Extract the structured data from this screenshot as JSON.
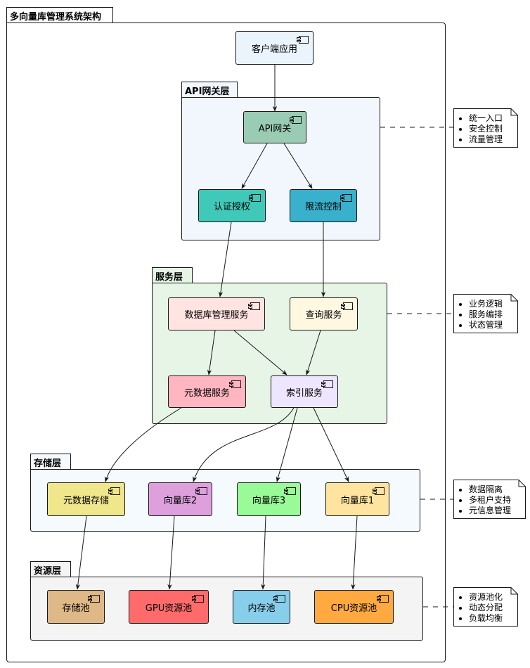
{
  "title": "多向量库管理系统架构",
  "layers": {
    "gateway": "API网关层",
    "service": "服务层",
    "storage": "存储层",
    "resource": "资源层"
  },
  "components": {
    "client": "客户端应用",
    "api_gateway": "API网关",
    "auth": "认证授权",
    "rate_limit": "限流控制",
    "db_mgmt": "数据库管理服务",
    "query": "查询服务",
    "metadata_svc": "元数据服务",
    "index_svc": "索引服务",
    "metadata_store": "元数据存储",
    "vdb2": "向量库2",
    "vdb3": "向量库3",
    "vdb1": "向量库1",
    "storage_pool": "存储池",
    "gpu_pool": "GPU资源池",
    "memory_pool": "内存池",
    "cpu_pool": "CPU资源池"
  },
  "notes": {
    "gateway": [
      "统一入口",
      "安全控制",
      "流量管理"
    ],
    "service": [
      "业务逻辑",
      "服务编排",
      "状态管理"
    ],
    "storage": [
      "数据隔离",
      "多租户支持",
      "元信息管理"
    ],
    "resource": [
      "资源池化",
      "动态分配",
      "负载均衡"
    ]
  },
  "colors": {
    "client": "#EAF4FD",
    "gateway_layer": "#F2F7FD",
    "api_gateway": "#99CCB2",
    "auth": "#40C8B8",
    "rate_limit": "#39B0CC",
    "service_layer": "#E6F5E6",
    "db_mgmt": "#FFE4E1",
    "query": "#FFF8E1",
    "metadata_svc": "#FFB6C1",
    "index_svc": "#EEE6FF",
    "storage_layer": "#F5FAFE",
    "metadata_store": "#F0E68C",
    "vdb2": "#DDA0DD",
    "vdb3": "#98FB98",
    "vdb1": "#FFE4A0",
    "resource_layer": "#F4F4F4",
    "storage_pool": "#DEB887",
    "gpu_pool": "#FF6B6B",
    "memory_pool": "#87CEEB",
    "cpu_pool": "#FFA940"
  }
}
